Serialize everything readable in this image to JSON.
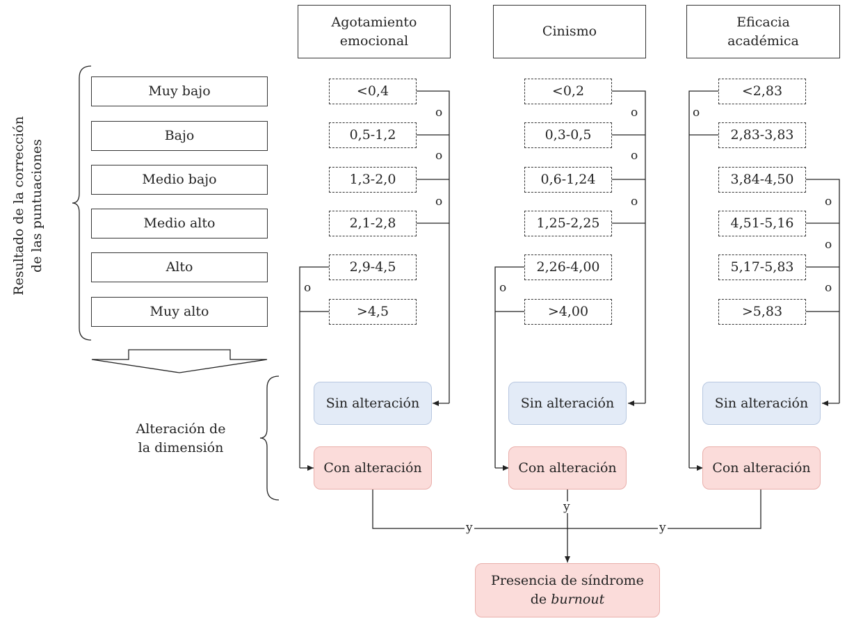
{
  "headers": {
    "agotamiento": [
      "Agotamiento",
      "emocional"
    ],
    "cinismo": "Cinismo",
    "eficacia": [
      "Eficacia",
      "académica"
    ]
  },
  "levels": [
    "Muy bajo",
    "Bajo",
    "Medio bajo",
    "Medio alto",
    "Alto",
    "Muy alto"
  ],
  "side_labels": {
    "scores": [
      "Resultado de la corrección",
      "de las puntuaciones"
    ],
    "alteration": [
      "Alteración de",
      "la dimensión"
    ]
  },
  "ranges": {
    "agotamiento": [
      "<0,4",
      "0,5-1,2",
      "1,3-2,0",
      "2,1-2,8",
      "2,9-4,5",
      ">4,5"
    ],
    "cinismo": [
      "<0,2",
      "0,3-0,5",
      "0,6-1,24",
      "1,25-2,25",
      "2,26-4,00",
      ">4,00"
    ],
    "eficacia": [
      "<2,83",
      "2,83-3,83",
      "3,84-4,50",
      "4,51-5,16",
      "5,17-5,83",
      ">5,83"
    ]
  },
  "outcomes": {
    "sin": "Sin alteración",
    "con": "Con alteración"
  },
  "connectors": {
    "or": "o",
    "and": "y"
  },
  "result": {
    "line1": "Presencia de síndrome",
    "line2_prefix": "de ",
    "line2_em": "burnout"
  },
  "colors": {
    "sin_fill": "#e3ebf7",
    "con_fill": "#fbdcda",
    "line": "#222222"
  }
}
